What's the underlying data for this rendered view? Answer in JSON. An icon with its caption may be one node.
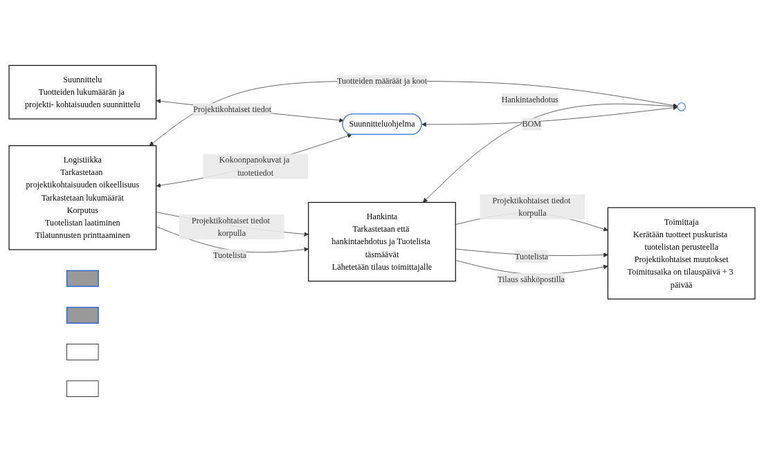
{
  "diagram": {
    "nodes": [
      {
        "text": [
          "Suunnittelu",
          "Tuotteiden lukumäärän ja projekti- kohtaisuuden suunnittelu"
        ]
      },
      {
        "text": [
          "Logistiikka",
          "Tarkastetaan projektikohtaisuuden oikeellisuus",
          "Tarkastetaan lukumäärät",
          "Korputus",
          "Tuotelistan laatiminen",
          "Tilatunnusten printtaaminen"
        ]
      },
      {
        "text": [
          "Hankinta",
          "Tarkastetaan että hankintaehdotus ja Tuotelista täsmäävät",
          "Lähetetään tilaus toimittajalle"
        ]
      },
      {
        "text": [
          "Toimittaja",
          "Kerätään tuotteet puskurista tuotelistan perusteella",
          "Projektikohtaiset muutokset",
          "Toimitusaika on tilauspäivä + 3 päivää"
        ]
      },
      {
        "text": [],
        "shape": "box"
      },
      {
        "text": [],
        "shape": "box"
      },
      {
        "text": [],
        "shape": "box"
      },
      {
        "text": [],
        "shape": "box"
      },
      {
        "text": [
          "Suunnitteluohjelma"
        ]
      },
      {
        "text": [],
        "shape": "circle"
      }
    ],
    "edges": [
      {
        "from": 1,
        "to": 2,
        "arrow": "to",
        "label": "Projektikohtaiset tiedot korpulla"
      },
      {
        "from": 2,
        "to": 3,
        "arrow": "to",
        "label": "Projektikohtaiset tiedot korpulla"
      },
      {
        "from": 1,
        "to": 2,
        "arrow": "to",
        "label": "Tuotelista"
      },
      {
        "from": 2,
        "to": 3,
        "arrow": "to",
        "label": "Tuotelista"
      },
      {
        "from": 2,
        "to": 3,
        "arrow": "to",
        "label": "Tilaus sähköpostilla"
      },
      {
        "from": 0,
        "to": 8,
        "arrow": "both",
        "label": "Projektikohtaiset tiedot"
      },
      {
        "from": 1,
        "to": 8,
        "arrow": "both",
        "label": "Kokoonpanokuvat ja tuotetiedot"
      },
      {
        "from": 1,
        "to": 9,
        "arrow": "both",
        "label": "Tuotteiden määräät ja koot"
      },
      {
        "from": 2,
        "to": 9,
        "arrow": "both",
        "label": "Hankintaehdotus"
      },
      {
        "from": 8,
        "to": 9,
        "arrow": "both",
        "label": "BOM"
      }
    ]
  }
}
